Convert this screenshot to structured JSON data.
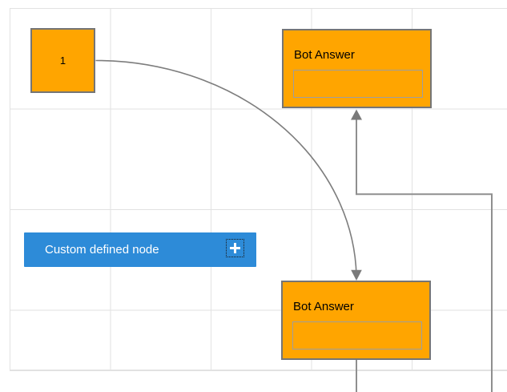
{
  "diagram": {
    "nodes": {
      "square": {
        "label": "1"
      },
      "bot_answer_top": {
        "label": "Bot Answer"
      },
      "bot_answer_bottom": {
        "label": "Bot Answer"
      },
      "custom": {
        "label": "Custom defined node",
        "handle_icon": "plus-icon"
      }
    },
    "connectors": [
      {
        "name": "curved-connector",
        "from": "square-node",
        "to": "bot-answer-bottom",
        "arrow": "down"
      },
      {
        "name": "orthogonal-connector",
        "from": "offscreen-bottom-right",
        "to": "bot-answer-top",
        "arrow": "up"
      },
      {
        "name": "stub-connector",
        "from": "bot-answer-bottom",
        "to": "offscreen-bottom",
        "arrow": "none"
      }
    ],
    "colors": {
      "node_fill": "#FFA500",
      "node_border": "#757575",
      "inner_box_border": "#9E9E9E",
      "custom_node_fill": "#2D8BD8",
      "connector_line": "#8F8F8F",
      "curve_line": "#7D7D7D",
      "arrowhead": "#7A7A7A",
      "grid_line": "#E2E2E2",
      "canvas_background": "#FFFFFF"
    }
  }
}
